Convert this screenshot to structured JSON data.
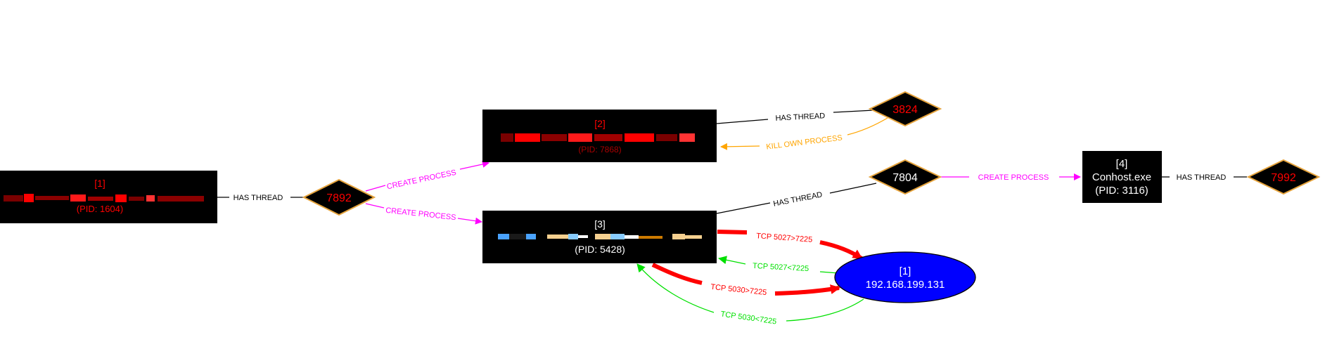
{
  "nodes": {
    "p1": {
      "label": "[1]",
      "sub": "(PID: 1604)",
      "fg": "#ff0000",
      "bg": "#000000"
    },
    "p2": {
      "label": "[2]",
      "sub": "(PID: 7868)",
      "fg": "#ff0000",
      "bg": "#000000"
    },
    "p3": {
      "label": "[3]",
      "sub": "(PID: 5428)",
      "fg": "#ffffff",
      "bg": "#000000"
    },
    "p4": {
      "label": "[4]",
      "name": "Conhost.exe",
      "sub": "(PID: 3116)",
      "fg": "#ffffff",
      "bg": "#000000"
    },
    "ip": {
      "label": "[1]",
      "name": "192.168.199.131",
      "fg": "#ffffff",
      "bg": "#0000ff"
    },
    "t7892": {
      "label": "7892",
      "fg": "#ff0000",
      "bg": "#000000",
      "border": "#e5a33c"
    },
    "t3824": {
      "label": "3824",
      "fg": "#ff0000",
      "bg": "#000000",
      "border": "#e5a33c"
    },
    "t7804": {
      "label": "7804",
      "fg": "#ffffff",
      "bg": "#000000",
      "border": "#e5a33c"
    },
    "t7992": {
      "label": "7992",
      "fg": "#ff0000",
      "bg": "#000000",
      "border": "#e5a33c"
    }
  },
  "edges": {
    "e1": "HAS THREAD",
    "e2": "CREATE PROCESS",
    "e3": "CREATE PROCESS",
    "e4": "HAS THREAD",
    "e5": "KILL OWN PROCESS",
    "e6": "HAS THREAD",
    "e7": "CREATE PROCESS",
    "e8": "HAS THREAD",
    "e9": "TCP 5027>7225",
    "e10": "TCP 5027<7225",
    "e11": "TCP 5030>7225",
    "e12": "TCP 5030<7225"
  },
  "colors": {
    "has_thread": "#000000",
    "create_process": "#ff00ff",
    "kill": "#ffa500",
    "tcp_out": "#ff0000",
    "tcp_in": "#00e000"
  }
}
